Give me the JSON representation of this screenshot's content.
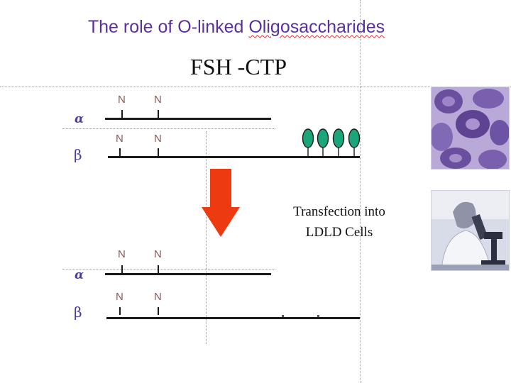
{
  "title": {
    "prefix": "The role of O-linked ",
    "squiggly": "Oligosaccharides"
  },
  "subtitle": "FSH -CTP",
  "diagram": {
    "top": {
      "alpha": {
        "label": "α",
        "n_sites": [
          "N",
          "N"
        ]
      },
      "beta": {
        "label": "β",
        "n_sites": [
          "N",
          "N"
        ],
        "o_glycans": 4
      }
    },
    "arrow": {
      "color": "#ee3a10"
    },
    "transfection": {
      "line1": "Transfection into",
      "line2": "LDLD Cells"
    },
    "bottom": {
      "alpha": {
        "label": "α",
        "n_sites": [
          "N",
          "N"
        ]
      },
      "beta": {
        "label": "β",
        "n_sites": [
          "N",
          "N"
        ]
      }
    }
  },
  "colors": {
    "title": "#5b2f9e",
    "glycan": "#1aa67a",
    "chain_label": "#4a3f96"
  },
  "images": [
    {
      "name": "cell-micrograph",
      "icon": "purple-cells"
    },
    {
      "name": "lab-researcher-photo",
      "icon": "scientist-with-microscope"
    }
  ]
}
